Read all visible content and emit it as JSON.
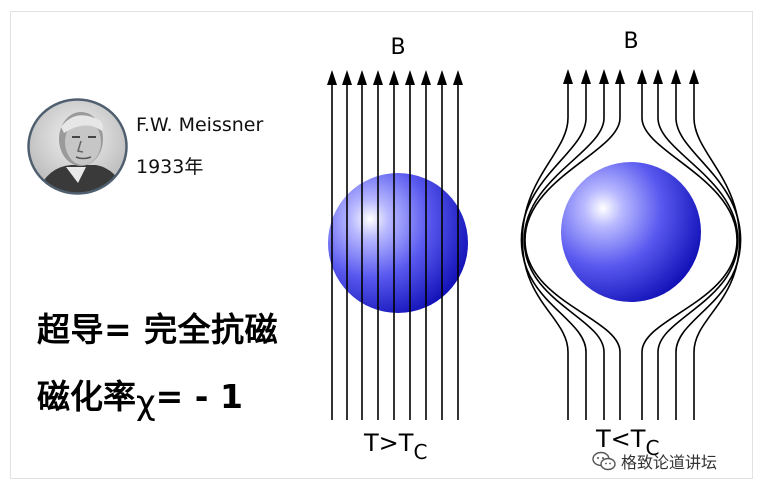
{
  "figure": {
    "field_label": "B",
    "left_condition": {
      "main": "T>T",
      "subscript": "C"
    },
    "right_condition": {
      "main": "T<T",
      "subscript": "C"
    }
  },
  "person": {
    "name": "F.W. Meissner",
    "year": "1933年"
  },
  "equations": {
    "line1": "超导= 完全抗磁",
    "line2_prefix": "磁化率",
    "line2_symbol": "χ",
    "line2_suffix": "= - 1"
  },
  "watermark": {
    "text": "格致论道讲坛",
    "icon": "chat-bubbles-icon"
  },
  "colors": {
    "sphere_center": "#ffffff",
    "sphere_mid": "#5a5af0",
    "sphere_edge": "#1212b8",
    "line": "#000000"
  }
}
